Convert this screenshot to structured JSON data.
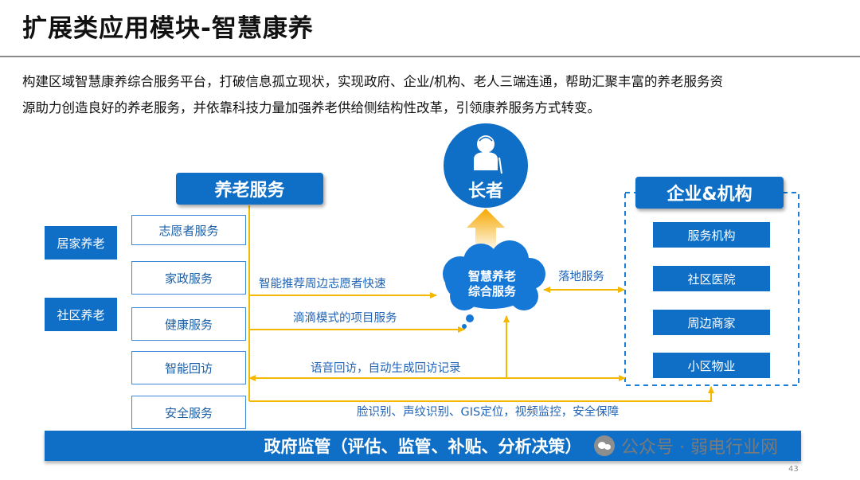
{
  "title": "扩展类应用模块-智慧康养",
  "intro": {
    "line1": "构建区域智慧康养综合服务平台，打破信息孤立现状，实现政府、企业/机构、老人三端连通，帮助汇聚丰富的养老服务资",
    "line2": "源助力创造良好的养老服务，并依靠科技力量加强养老供给侧结构性改革，引领康养服务方式转变。"
  },
  "diagram": {
    "elder_label": "长者",
    "cloud_label_1": "智慧养老",
    "cloud_label_2": "综合服务",
    "elder_services": {
      "header": "养老服务",
      "categories": [
        "居家养老",
        "社区养老"
      ],
      "items": [
        "志愿者服务",
        "家政服务",
        "健康服务",
        "智能回访",
        "安全服务"
      ]
    },
    "enterprise": {
      "header": "企业&机构",
      "items": [
        "服务机构",
        "社区医院",
        "周边商家",
        "小区物业"
      ]
    },
    "flows": {
      "volunteer": "智能推荐周边志愿者快速",
      "didi": "滴滴模式的项目服务",
      "voice": "语音回访，自动生成回访记录",
      "security": "脸识别、声纹识别、GIS定位，视频监控，安全保障",
      "landing": "落地服务"
    },
    "government_bar": "政府监管（评估、监管、补贴、分析决策）"
  },
  "watermark": {
    "text": "公众号 · 弱电行业网",
    "icon": "wechat-icon"
  },
  "page_number": "43",
  "colors": {
    "primary_blue": "#0f6fc6",
    "line_yellow": "#f5b800",
    "flow_text": "#1f63b8"
  }
}
